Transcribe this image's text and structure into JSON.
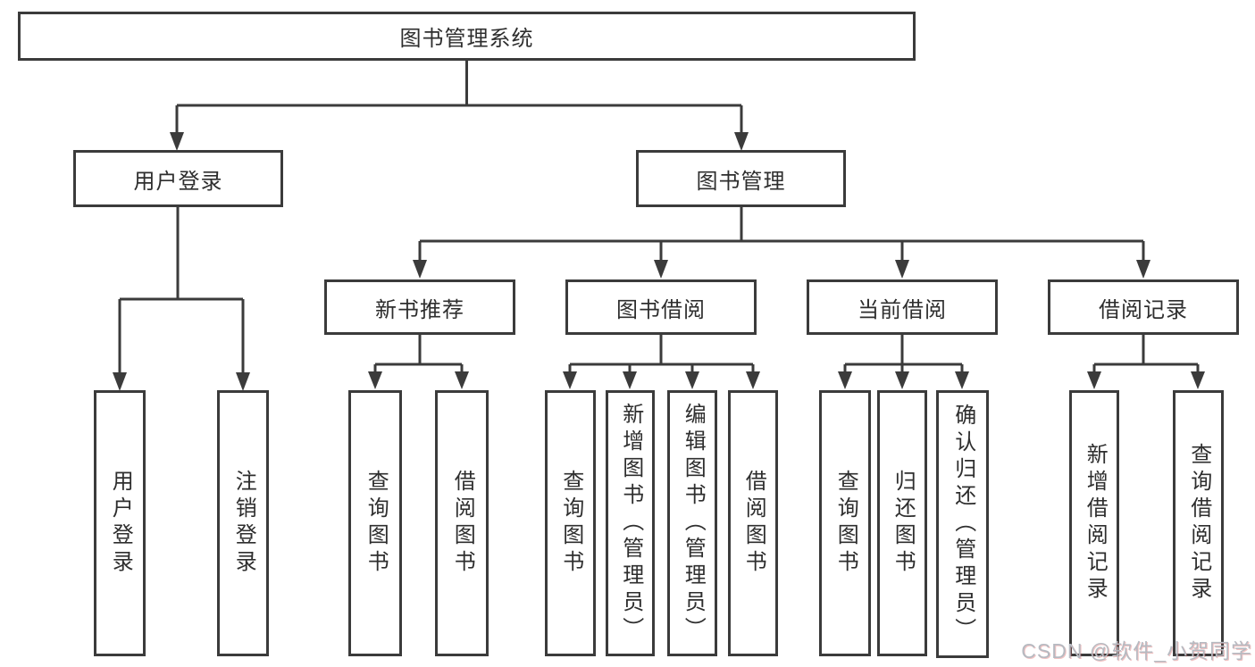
{
  "tree": {
    "label": "图书管理系统",
    "children": [
      {
        "label": "用户登录",
        "children": [
          {
            "label": "用户登录"
          },
          {
            "label": "注销登录"
          }
        ]
      },
      {
        "label": "图书管理",
        "children": [
          {
            "label": "新书推荐",
            "children": [
              {
                "label": "查询图书"
              },
              {
                "label": "借阅图书"
              }
            ]
          },
          {
            "label": "图书借阅",
            "children": [
              {
                "label": "查询图书"
              },
              {
                "label": "新增图书（管理员）"
              },
              {
                "label": "编辑图书（管理员）"
              },
              {
                "label": "借阅图书"
              }
            ]
          },
          {
            "label": "当前借阅",
            "children": [
              {
                "label": "查询图书"
              },
              {
                "label": "归还图书"
              },
              {
                "label": "确认归还（管理员）"
              }
            ]
          },
          {
            "label": "借阅记录",
            "children": [
              {
                "label": "新增借阅记录"
              },
              {
                "label": "查询借阅记录"
              }
            ]
          }
        ]
      }
    ]
  },
  "watermark": {
    "text": "CSDN @软件_小贺同学"
  },
  "colors": {
    "line": "#3b3b3b",
    "text": "#2e2e2e",
    "background": "#ffffff",
    "watermark": "#b6bac1"
  }
}
